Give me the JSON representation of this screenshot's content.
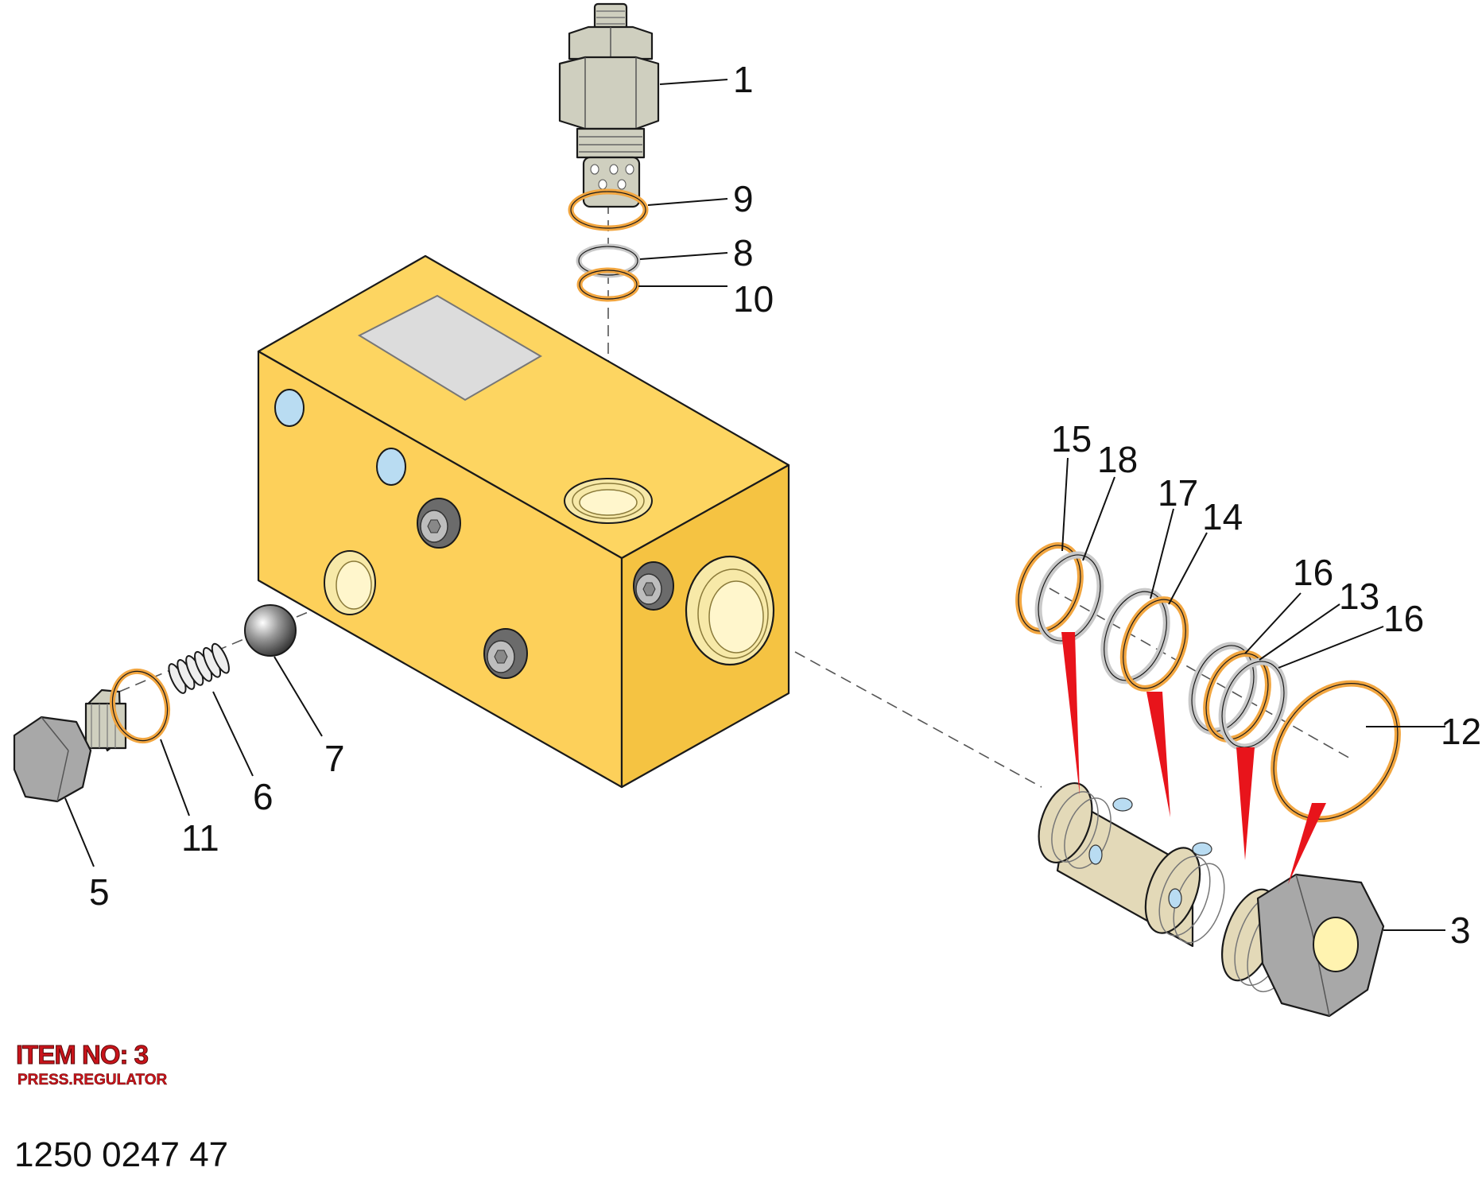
{
  "colors": {
    "block": "#fdd05a",
    "block_side": "#f5c342",
    "block_top": "#fdd561",
    "port_blue": "#b9dcf2",
    "oring_orange": "#f2a640",
    "oring_grey": "#c9c9c9",
    "cartridge_body": "#e3d9b8",
    "metal": "#cfcfbf",
    "hex_dark": "#a8a8a8",
    "pointer_red": "#e8141b",
    "title_red": "#c9141b"
  },
  "callouts": [
    {
      "id": "1",
      "label": "1"
    },
    {
      "id": "9",
      "label": "9"
    },
    {
      "id": "8",
      "label": "8"
    },
    {
      "id": "10",
      "label": "10"
    },
    {
      "id": "15",
      "label": "15"
    },
    {
      "id": "18",
      "label": "18"
    },
    {
      "id": "17",
      "label": "17"
    },
    {
      "id": "14",
      "label": "14"
    },
    {
      "id": "16a",
      "label": "16"
    },
    {
      "id": "13",
      "label": "13"
    },
    {
      "id": "16b",
      "label": "16"
    },
    {
      "id": "12",
      "label": "12"
    },
    {
      "id": "3",
      "label": "3"
    },
    {
      "id": "7",
      "label": "7"
    },
    {
      "id": "6",
      "label": "6"
    },
    {
      "id": "11",
      "label": "11"
    },
    {
      "id": "5",
      "label": "5"
    }
  ],
  "item": {
    "title": "ITEM NO: 3",
    "subtitle": "PRESS.REGULATOR"
  },
  "part_number": "1250 0247 47"
}
